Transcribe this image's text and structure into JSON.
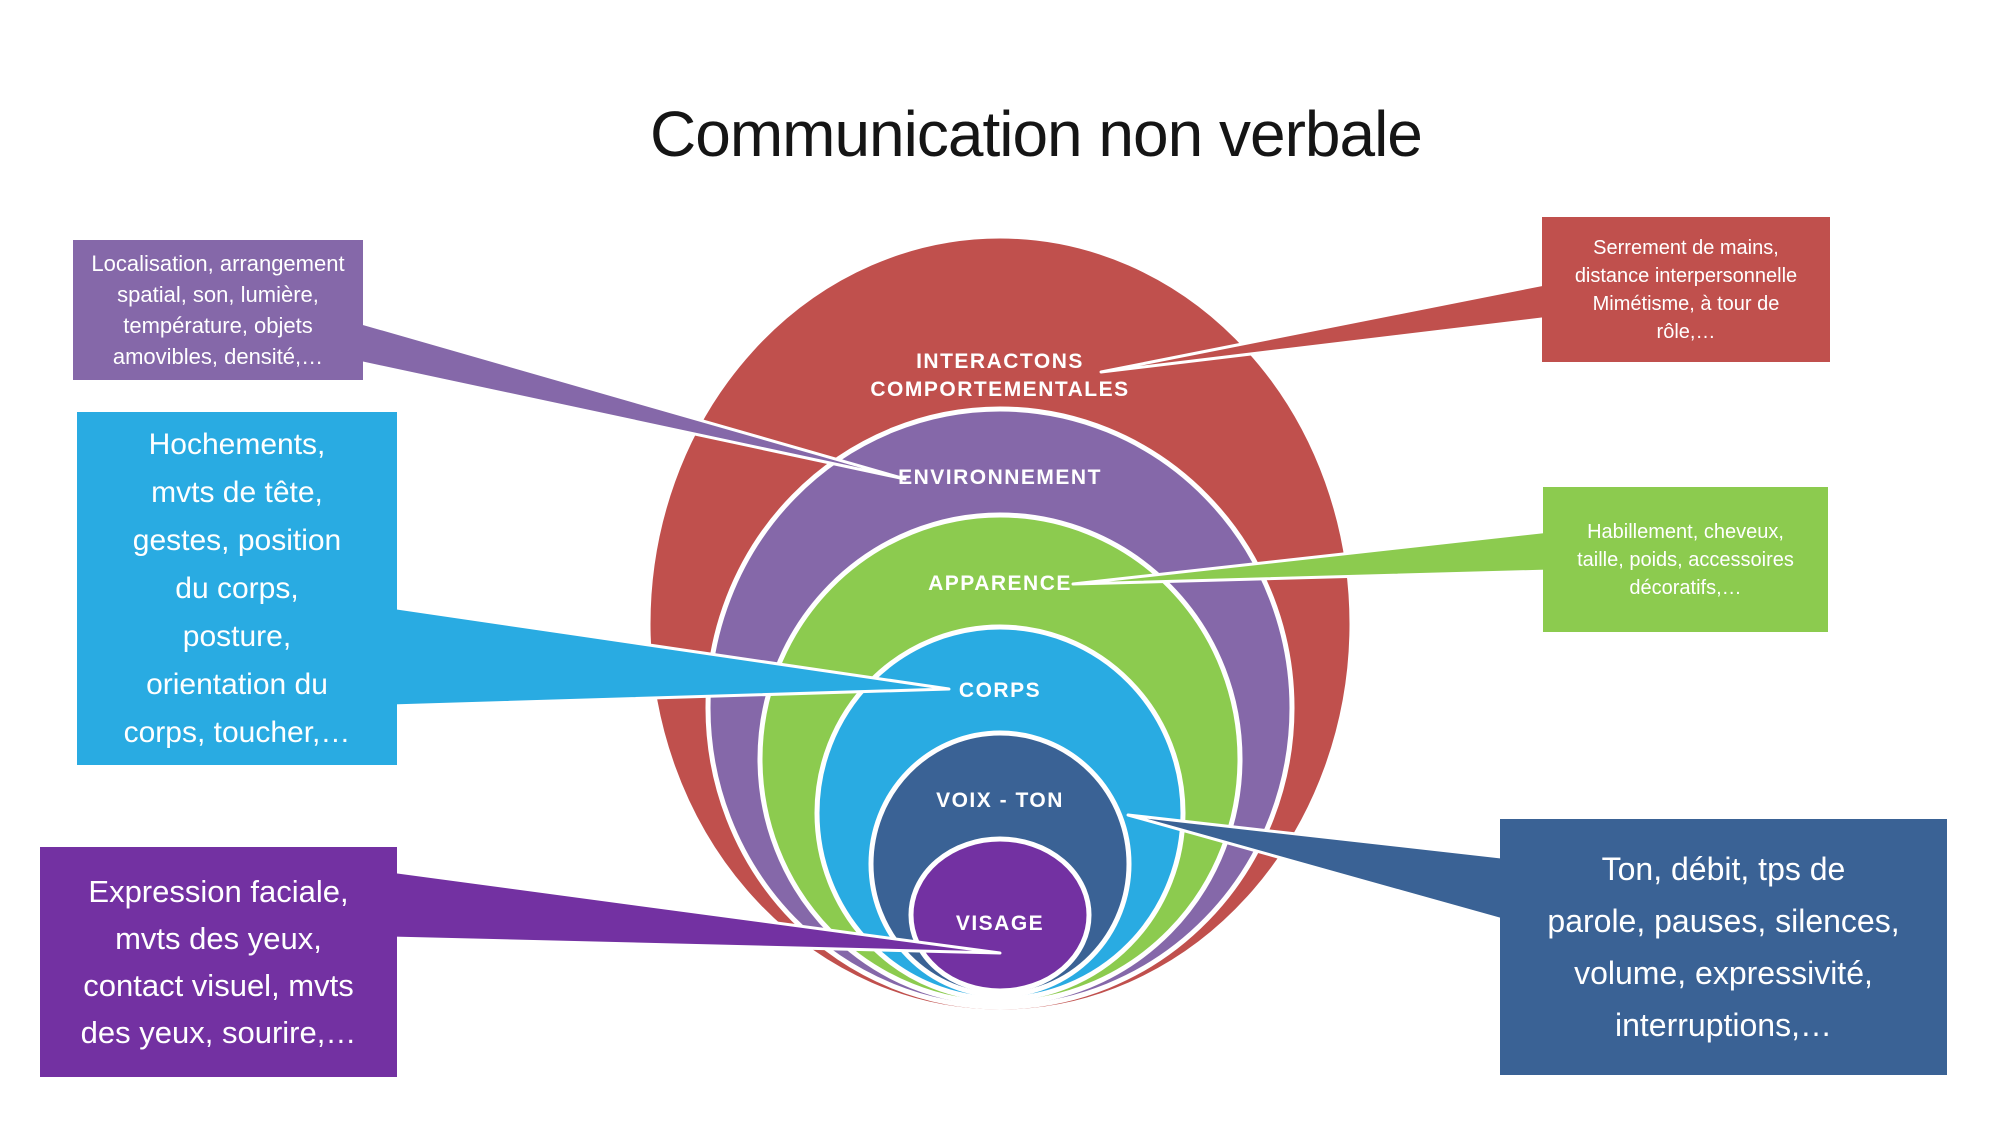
{
  "title": "Communication non verbale",
  "colors": {
    "red": "#C0504D",
    "purple": "#8568A9",
    "green": "#8CCB4F",
    "light_blue": "#29ABE2",
    "dark_blue": "#3A6295",
    "violet": "#7331A2"
  },
  "rings": {
    "interactions": {
      "label_line1": "INTERACTONS",
      "label_line2": "COMPORTEMENTALES"
    },
    "environnement": {
      "label": "ENVIRONNEMENT"
    },
    "apparence": {
      "label": "APPARENCE"
    },
    "corps": {
      "label": "CORPS"
    },
    "voix": {
      "label": "VOIX - TON"
    },
    "visage": {
      "label": "VISAGE"
    }
  },
  "callouts": {
    "environnement": {
      "text": "Localisation, arrangement\nspatial, son, lumière,\ntempérature, objets\namovibles, densité,…"
    },
    "corps": {
      "text": "Hochements,\nmvts de tête,\ngestes, position\ndu corps,\nposture,\norientation du\ncorps, toucher,…"
    },
    "visage": {
      "text": "Expression faciale,\nmvts des yeux,\ncontact visuel, mvts\ndes yeux, sourire,…"
    },
    "interactions": {
      "text": "Serrement de mains,\ndistance interpersonnelle\nMimétisme, à tour de\nrôle,…"
    },
    "apparence": {
      "text": "Habillement, cheveux,\ntaille, poids, accessoires\ndécoratifs,…"
    },
    "voix": {
      "text": "Ton, débit, tps de\nparole, pauses, silences,\nvolume, expressivité,\ninterruptions,…"
    }
  }
}
